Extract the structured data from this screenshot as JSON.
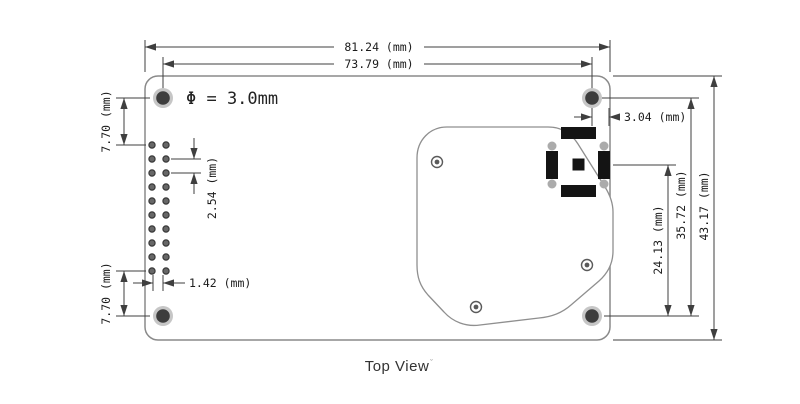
{
  "drawing": {
    "caption": "Top View",
    "caption_mark": "ˇ",
    "hole_diameter_label": "Φ = 3.0mm",
    "dims": {
      "board_width": "81.24 (mm)",
      "hole_span_width": "73.79 (mm)",
      "top_offset": "7.70 (mm)",
      "pin_pitch": "2.54 (mm)",
      "bottom_offset": "7.70 (mm)",
      "pin_hole_offset": "1.42 (mm)",
      "connector_offset": "3.04 (mm)",
      "connector_to_hole": "24.13 (mm)",
      "hole_span_height": "35.72 (mm)",
      "board_height": "43.17 (mm)"
    }
  }
}
